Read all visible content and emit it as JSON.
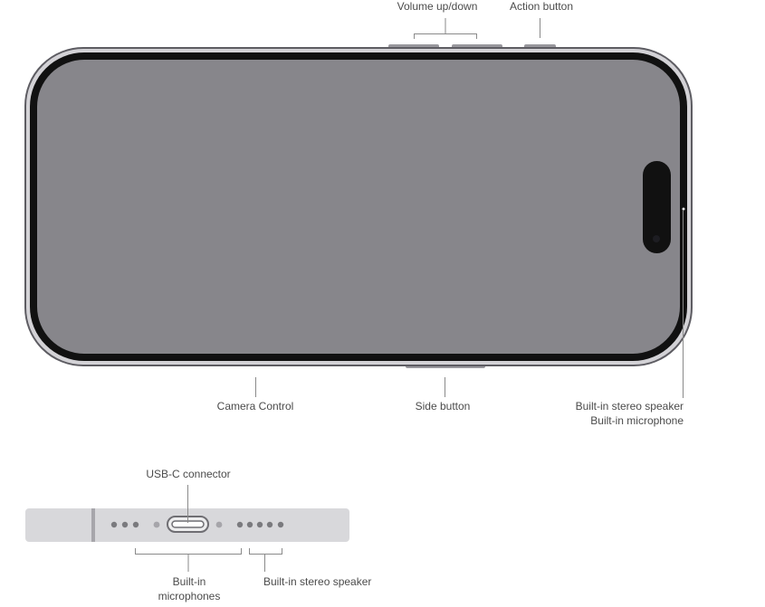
{
  "labels": {
    "volume": "Volume up/down",
    "action": "Action button",
    "camera_control": "Camera Control",
    "side_button": "Side button",
    "speaker_top": "Built-in stereo speaker",
    "mic_top": "Built-in microphone",
    "usb_c": "USB-C connector",
    "mics_bottom_line1": "Built-in",
    "mics_bottom_line2": "microphones",
    "speaker_bottom": "Built-in stereo speaker"
  },
  "colors": {
    "screen": "#87868b",
    "bezel": "#111111",
    "frame": "#d3d2d6",
    "frame_edge": "#5d5c62",
    "buttons": "#98979c",
    "leader_lines": "#8a8a8a",
    "port_strip": "#d8d8db",
    "holes": "#7a7a7e"
  }
}
